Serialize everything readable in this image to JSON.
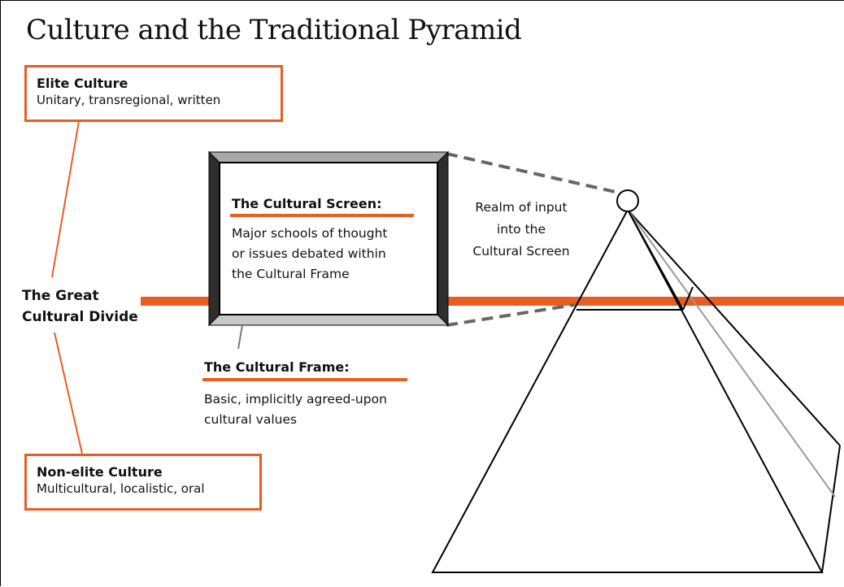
{
  "title": "Culture and the Traditional Pyramid",
  "elite": {
    "heading": "Elite Culture",
    "subtitle": "Unitary, transregional, written"
  },
  "non_elite": {
    "heading": "Non-elite Culture",
    "subtitle": "Multicultural, localistic, oral"
  },
  "divide": {
    "line1": "The Great",
    "line2": "Cultural Divide"
  },
  "screen": {
    "heading": "The Cultural Screen:",
    "line1": "Major schools of thought",
    "line2": "or issues debated within",
    "line3": "the Cultural Frame"
  },
  "frame": {
    "heading": "The Cultural Frame:",
    "line1": "Basic, implicitly agreed-upon",
    "line2": "cultural values"
  },
  "realm": {
    "line1": "Realm of input",
    "line2": "into the",
    "line3": "Cultural Screen"
  },
  "colors": {
    "accent": "#e85d22",
    "frame_dark": "#3a3a3a",
    "frame_light": "#b8b8b8",
    "gray_line": "#999999"
  }
}
